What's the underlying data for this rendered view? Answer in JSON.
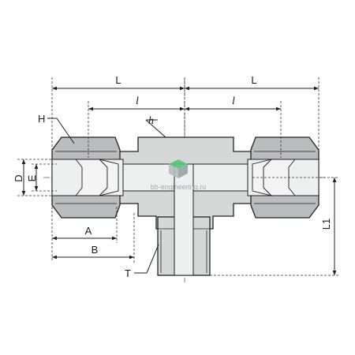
{
  "labels": {
    "L_left": "L",
    "L_right": "L",
    "l_left": "l",
    "l_right": "l",
    "H": "H",
    "h": "h",
    "D": "D",
    "E": "E",
    "A": "A",
    "B": "B",
    "T": "T",
    "L1": "L1"
  },
  "watermark": {
    "text": "bb-engineering.ru"
  },
  "colors": {
    "body": "#d6d8d8",
    "nut": "#b9bdbd",
    "logo_green": "#5cc47a",
    "logo_gray": "#b7bdc0"
  }
}
